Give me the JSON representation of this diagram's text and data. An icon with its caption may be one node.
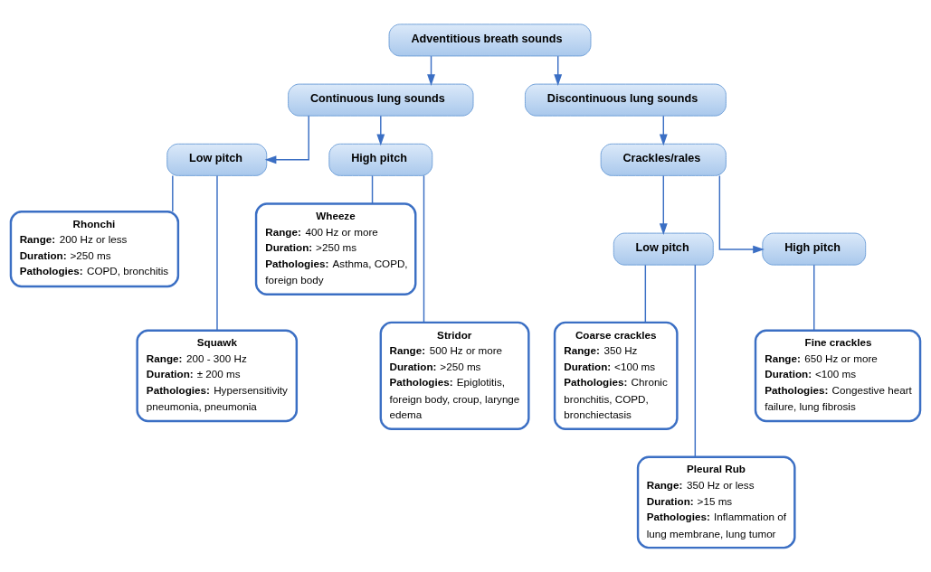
{
  "diagram": {
    "nodes": [
      {
        "text": [
          "Adventitious breath sounds"
        ]
      },
      {
        "text": [
          "Continuous lung sounds"
        ]
      },
      {
        "text": [
          "Discontinuous lung sounds"
        ]
      },
      {
        "text": [
          "Crackles/rales"
        ]
      },
      {
        "text": [
          "Low pitch"
        ]
      },
      {
        "text": [
          "High pitch"
        ]
      },
      {
        "text": [
          "Low pitch"
        ]
      },
      {
        "text": [
          "High pitch"
        ]
      },
      {
        "text": [
          "Rhonchi",
          "**Range:** 200 Hz or less",
          "**Duration:** >250 ms",
          "**Pathologies:** COPD, bronchitis"
        ]
      },
      {
        "text": [
          "Squawk",
          "**Range:** 200 - 300 Hz",
          "**Duration:** ± 200 ms",
          "**Pathologies:** Hypersensitivity pneumonia, pneumonia"
        ]
      },
      {
        "text": [
          "Wheeze",
          "**Range:** 400 Hz or more",
          "**Duration:** >250 ms",
          "**Pathologies:** Asthma, COPD, foreign body"
        ]
      },
      {
        "text": [
          "Stridor",
          "**Range:** 500 Hz or more",
          "**Duration:** >250 ms",
          "**Pathologies:** Epiglotitis, foreign body, croup, larynge edema"
        ]
      },
      {
        "text": [
          "Coarse crackles",
          "**Range:** 350 Hz",
          "**Duration:** <100 ms",
          "**Pathologies:** Chronic bronchitis, COPD, bronchiectasis"
        ]
      },
      {
        "text": [
          "Pleural Rub",
          "**Range:** 350 Hz or less",
          "**Duration:** >15 ms",
          "**Pathologies:** Inflammation of lung membrane, lung tumor"
        ]
      },
      {
        "text": [
          "Fine crackles",
          "**Range:** 650 Hz or more",
          "**Duration:** <100 ms",
          "**Pathologies:** Congestive heart failure, lung fibrosis"
        ]
      }
    ],
    "edges": [
      {
        "from": 0,
        "to": 1,
        "arrow": "to"
      },
      {
        "from": 0,
        "to": 2,
        "arrow": "to"
      },
      {
        "from": 2,
        "to": 3,
        "arrow": "to"
      },
      {
        "from": 1,
        "to": 4,
        "arrow": "to"
      },
      {
        "from": 1,
        "to": 5,
        "arrow": "to"
      },
      {
        "from": 3,
        "to": 6,
        "arrow": "to"
      },
      {
        "from": 3,
        "to": 7,
        "arrow": "to"
      },
      {
        "from": 4,
        "to": 8,
        "arrow": "none"
      },
      {
        "from": 4,
        "to": 9,
        "arrow": "none"
      },
      {
        "from": 5,
        "to": 10,
        "arrow": "none"
      },
      {
        "from": 5,
        "to": 11,
        "arrow": "none"
      },
      {
        "from": 6,
        "to": 12,
        "arrow": "none"
      },
      {
        "from": 6,
        "to": 13,
        "arrow": "none"
      },
      {
        "from": 7,
        "to": 14,
        "arrow": "none"
      }
    ]
  }
}
